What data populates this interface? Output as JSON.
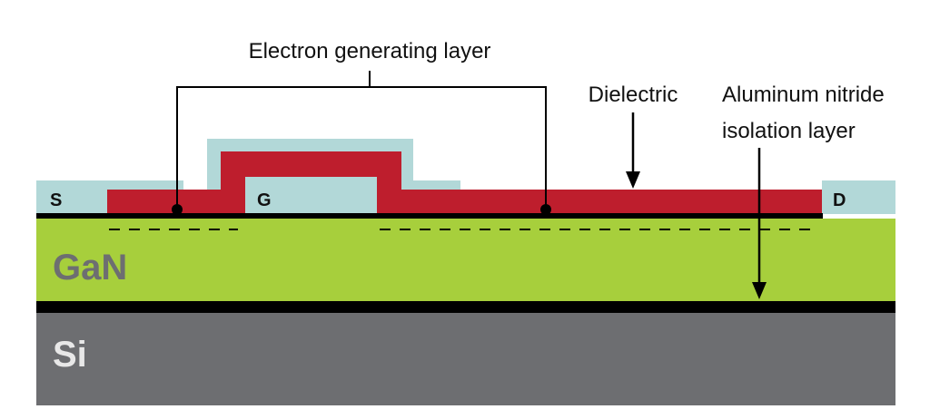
{
  "labels": {
    "electron_layer": "Electron generating layer",
    "dielectric": "Dielectric",
    "aln_line1": "Aluminum nitride",
    "aln_line2": "isolation layer",
    "source": "S",
    "gate": "G",
    "drain": "D",
    "gan": "GaN",
    "si": "Si"
  },
  "colors": {
    "si": "#6d6e71",
    "gan": "#a7cf3c",
    "dielectric": "#be1e2d",
    "metal": "#b2d8d8",
    "line": "#000000",
    "material_text": "#6d6e71",
    "si_text": "#e8e8e8"
  }
}
